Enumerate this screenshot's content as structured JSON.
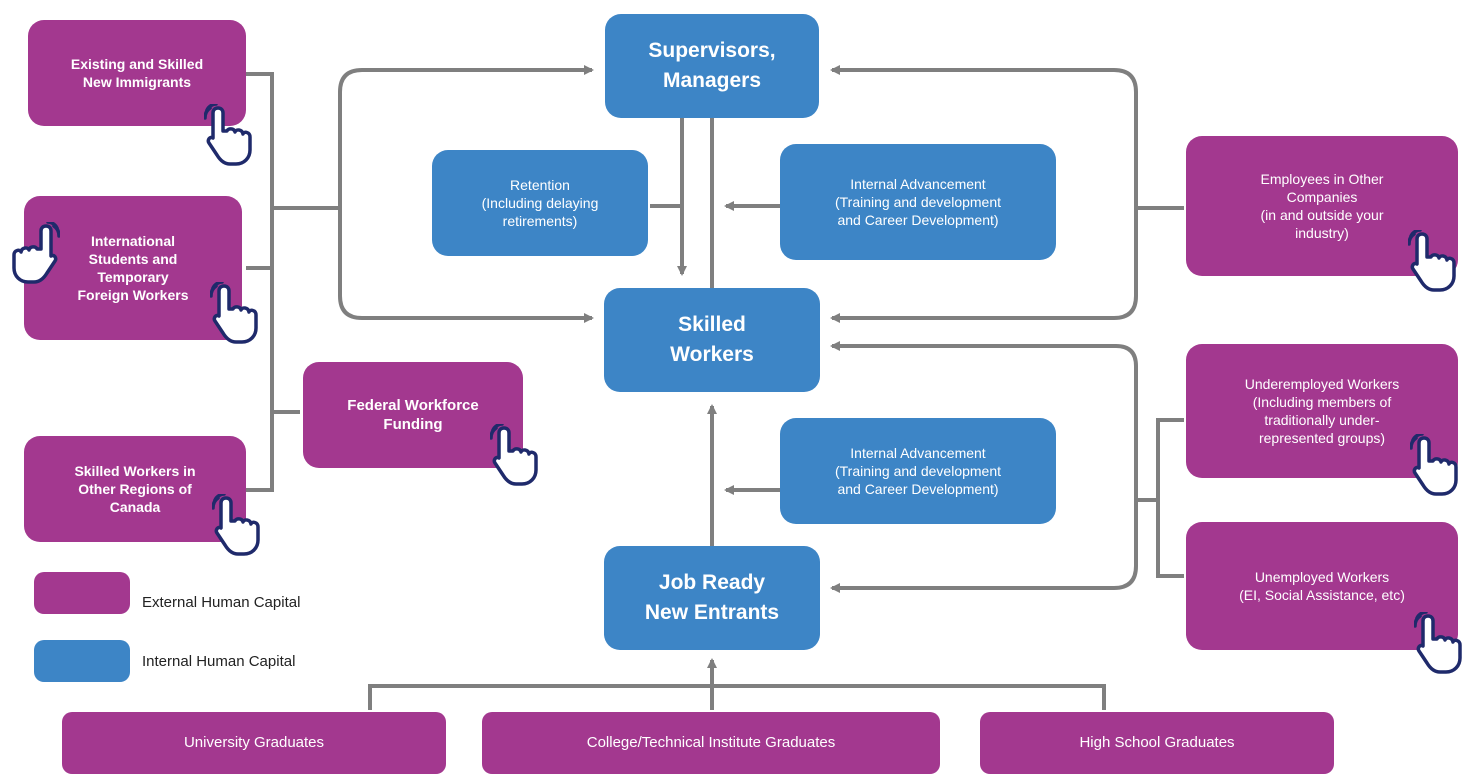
{
  "colors": {
    "external": "#a3388f",
    "internal": "#3d85c6",
    "connector": "#7f7f7f",
    "hand_outline": "#1f2a6b"
  },
  "nodes": {
    "existing_immigrants": "Existing and Skilled\nNew Immigrants",
    "international_students": "International\nStudents and\nTemporary\nForeign Workers",
    "skilled_other_regions": "Skilled Workers in\nOther Regions of\nCanada",
    "federal_funding": "Federal Workforce\nFunding",
    "supervisors": "Supervisors,\nManagers",
    "retention": "Retention\n(Including delaying\nretirements)",
    "internal_adv_top": "Internal Advancement\n(Training and development\nand Career Development)",
    "skilled_workers": "Skilled\nWorkers",
    "internal_adv_bottom": "Internal Advancement\n(Training and development\nand Career Development)",
    "job_ready": "Job Ready\nNew Entrants",
    "employees_other": "Employees in Other\nCompanies\n(in and outside your\nindustry)",
    "underemployed": "Underemployed Workers\n(Including members of\ntraditionally under-\nrepresented groups)",
    "unemployed": "Unemployed Workers\n(EI, Social Assistance, etc)",
    "university": "University Graduates",
    "college": "College/Technical Institute Graduates",
    "high_school": "High School Graduates"
  },
  "legend": {
    "external": "External Human Capital",
    "internal": "Internal Human Capital"
  },
  "icons": [
    "pointing-hand-icon"
  ]
}
